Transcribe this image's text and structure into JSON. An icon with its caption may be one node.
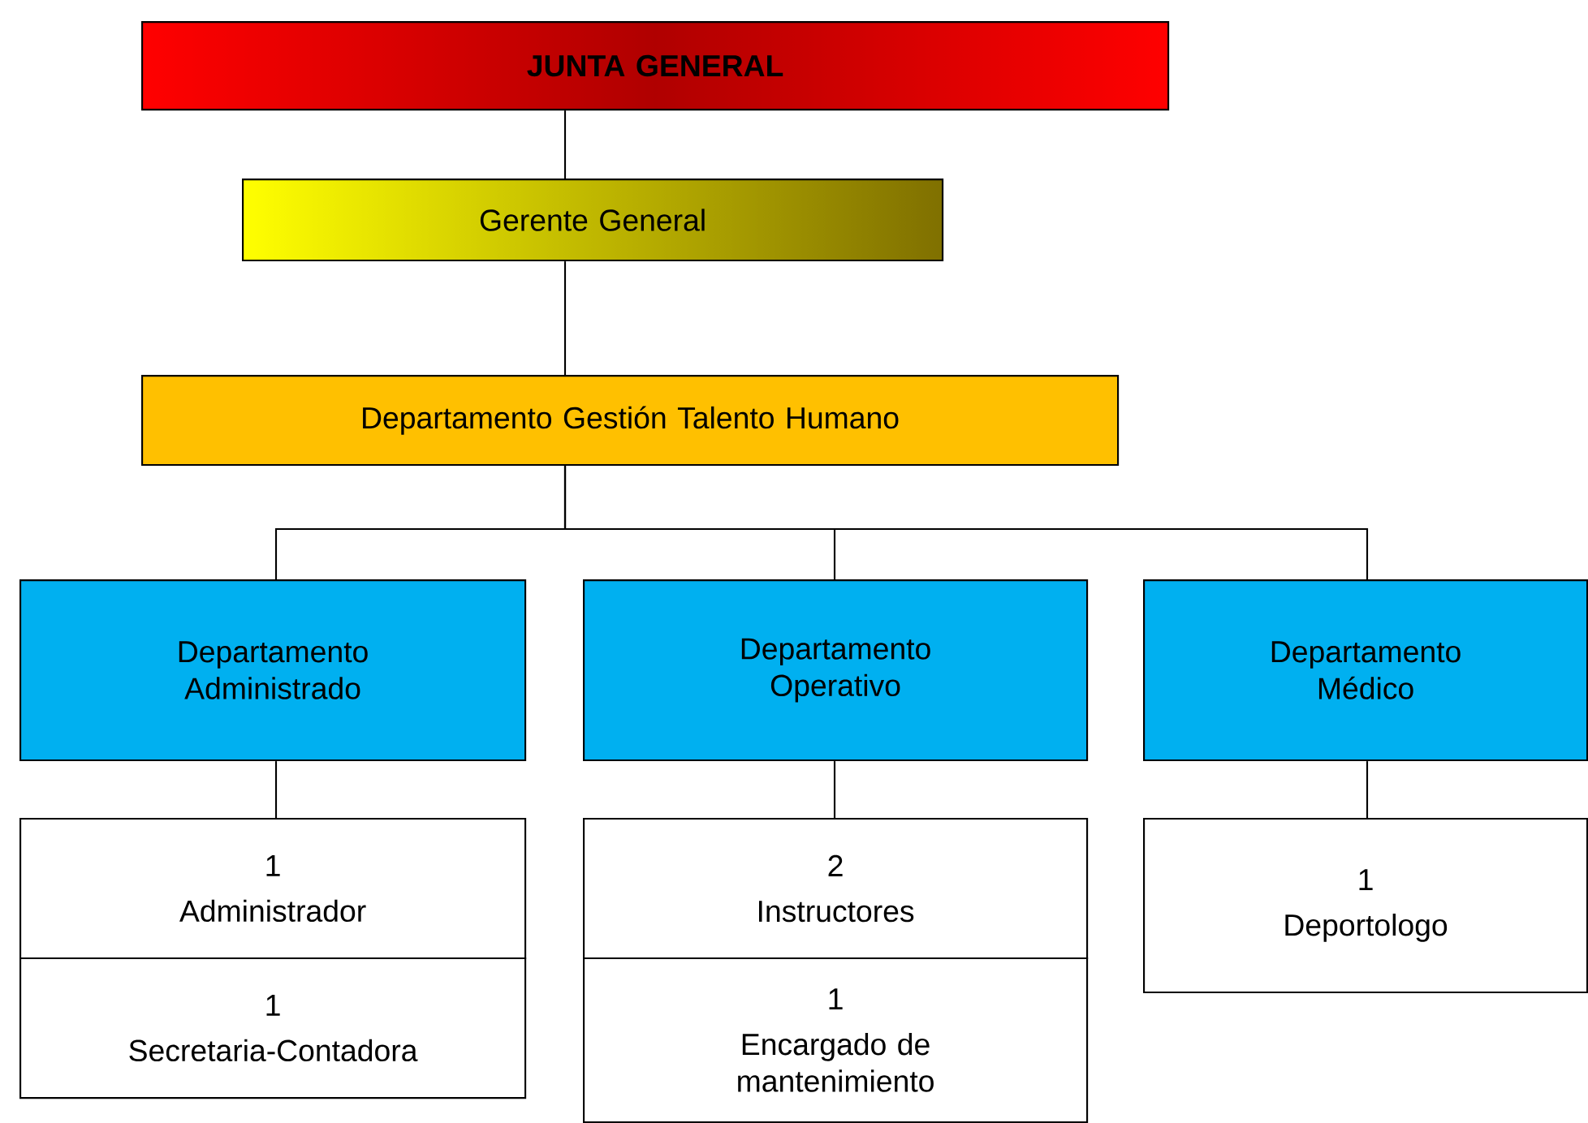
{
  "diagram": {
    "nodes": [
      {
        "text": [
          "JUNTA GENERAL"
        ]
      },
      {
        "text": [
          "Gerente General"
        ]
      },
      {
        "text": [
          "Departamento Gestión Talento Humano"
        ]
      },
      {
        "text": [
          "Departamento Administrado"
        ]
      },
      {
        "text": [
          "Departamento Operativo"
        ]
      },
      {
        "text": [
          "Departamento Médico"
        ]
      },
      {
        "text": [
          "1",
          "Administrador"
        ]
      },
      {
        "text": [
          "1",
          "Secretaria-Contadora"
        ]
      },
      {
        "text": [
          "2",
          "Instructores"
        ]
      },
      {
        "text": [
          "1",
          "Encargado de mantenimiento"
        ]
      },
      {
        "text": [
          "1",
          "Deportologo"
        ]
      }
    ],
    "edges": [
      {
        "from": 0,
        "to": 1,
        "arrow": "none"
      },
      {
        "from": 1,
        "to": 2,
        "arrow": "none"
      },
      {
        "from": 2,
        "to": 3,
        "arrow": "none"
      },
      {
        "from": 2,
        "to": 4,
        "arrow": "none"
      },
      {
        "from": 2,
        "to": 5,
        "arrow": "none"
      },
      {
        "from": 3,
        "to": 6,
        "arrow": "none"
      },
      {
        "from": 4,
        "to": 8,
        "arrow": "none"
      },
      {
        "from": 5,
        "to": 10,
        "arrow": "none"
      }
    ]
  }
}
